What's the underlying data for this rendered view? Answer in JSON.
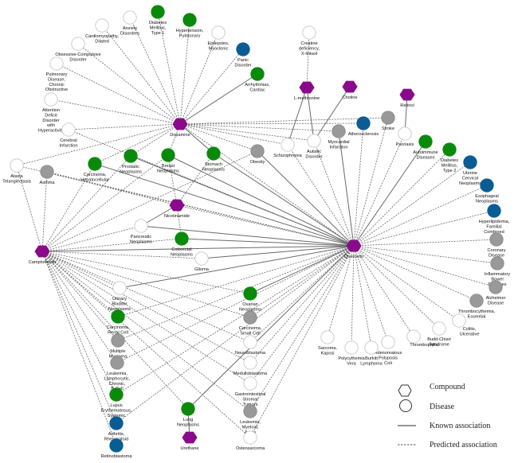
{
  "title": "Compound-disease association network",
  "colors": {
    "compound": "#8b0a8b",
    "known_disease": "#0a8a0a",
    "predicted_blue": "#0a5c94",
    "predicted_gray": "#999999",
    "unlabeled": "#ffffff",
    "edge": "#6a6a6a"
  },
  "legend": {
    "compound": "Compound",
    "disease": "Disease",
    "known": "Known association",
    "predicted": "Predicted association"
  },
  "compounds": [
    {
      "id": "dopamine",
      "label": "Dopamine"
    },
    {
      "id": "quercetin",
      "label": "Quercetin"
    },
    {
      "id": "camptothecin",
      "label": "Camptothecin"
    },
    {
      "id": "nicotinamide",
      "label": "Nicotinamide"
    },
    {
      "id": "lmethionine",
      "label": "L-methionine"
    },
    {
      "id": "choline",
      "label": "Choline"
    },
    {
      "id": "retinol",
      "label": "Retinol"
    },
    {
      "id": "urethane",
      "label": "Urethane"
    }
  ],
  "diseases": [
    {
      "id": "diabetes1",
      "label": "Diabetes Mellitus, Type 1",
      "status": "known"
    },
    {
      "id": "anxiety",
      "label": "Anxiety Disorders",
      "status": "none"
    },
    {
      "id": "cardiomyopathy",
      "label": "Cardiomyopathy, Dilated",
      "status": "none"
    },
    {
      "id": "ocd",
      "label": "Obsessive-Compulsive Disorder",
      "status": "none"
    },
    {
      "id": "copd",
      "label": "Pulmonary Disease, Chronic Obstructive",
      "status": "none"
    },
    {
      "id": "adhd",
      "label": "Attention Deficit Disorder with Hyperactivity",
      "status": "none"
    },
    {
      "id": "cerebral",
      "label": "Cerebral Infarction",
      "status": "none"
    },
    {
      "id": "hypertension",
      "label": "Hypertension, Pulmonary",
      "status": "known"
    },
    {
      "id": "epilepsy",
      "label": "Epilepsies, Myoclonic",
      "status": "none"
    },
    {
      "id": "panic",
      "label": "Panic Disorder",
      "status": "blue"
    },
    {
      "id": "arrhythmias",
      "label": "Arrhythmias, Cardiac",
      "status": "known"
    },
    {
      "id": "creatine",
      "label": "Creatine deficiency, X-linked",
      "status": "none"
    },
    {
      "id": "schizophrenia",
      "label": "Schizophrenia",
      "status": "none"
    },
    {
      "id": "autistic",
      "label": "Autistic Disorder",
      "status": "none"
    },
    {
      "id": "myocardial",
      "label": "Myocardial Infarction",
      "status": "gray"
    },
    {
      "id": "atherosclerosis",
      "label": "Atherosclerosis",
      "status": "blue"
    },
    {
      "id": "stroke",
      "label": "Stroke",
      "status": "gray"
    },
    {
      "id": "psoriasis",
      "label": "Psoriasis",
      "status": "none"
    },
    {
      "id": "autoimmune",
      "label": "Autoimmune Diseases",
      "status": "known"
    },
    {
      "id": "diabetes2",
      "label": "Diabetes Mellitus, Type 2",
      "status": "known"
    },
    {
      "id": "uterine",
      "label": "Uterine Cervical Neoplasms",
      "status": "blue"
    },
    {
      "id": "esophageal",
      "label": "Esophageal Neoplasms",
      "status": "blue"
    },
    {
      "id": "hyperlipidemia",
      "label": "Hyperlipidemia, Familial Combined",
      "status": "blue"
    },
    {
      "id": "coronary",
      "label": "Coronary Disease",
      "status": "gray"
    },
    {
      "id": "ibd",
      "label": "Inflammatory Bowel Diseases",
      "status": "gray"
    },
    {
      "id": "alzheimer",
      "label": "Alzheimer Disease",
      "status": "gray"
    },
    {
      "id": "thrombocythemia",
      "label": "Thrombocythemia, Essential",
      "status": "gray"
    },
    {
      "id": "colitis",
      "label": "Colitis, Ulcerative",
      "status": "none"
    },
    {
      "id": "buddchiari",
      "label": "Budd-Chiari Syndrome",
      "status": "none"
    },
    {
      "id": "thrombophilia",
      "label": "Thrombophilia",
      "status": "none"
    },
    {
      "id": "adenomatous",
      "label": "Adenomatous Polyposis Coli",
      "status": "none"
    },
    {
      "id": "burkitt",
      "label": "Burkitt Lymphoma",
      "status": "none"
    },
    {
      "id": "polycythemia",
      "label": "Polycythemia Vera",
      "status": "none"
    },
    {
      "id": "kaposi",
      "label": "Sarcoma, Kaposi",
      "status": "none"
    },
    {
      "id": "ataxia",
      "label": "Ataxia Telangiectasia",
      "status": "none"
    },
    {
      "id": "asthma",
      "label": "Asthma",
      "status": "gray"
    },
    {
      "id": "hepatocellular",
      "label": "Carcinoma, Hepatocellular",
      "status": "known"
    },
    {
      "id": "prostatic",
      "label": "Prostatic Neoplasms",
      "status": "known"
    },
    {
      "id": "breast",
      "label": "Breast Neoplasms",
      "status": "known"
    },
    {
      "id": "stomach",
      "label": "Stomach Neoplasms",
      "status": "known"
    },
    {
      "id": "obesity",
      "label": "Obesity",
      "status": "gray"
    },
    {
      "id": "pancreatic",
      "label": "Pancreatic Neoplasms",
      "status": "none"
    },
    {
      "id": "colorectal",
      "label": "Colorectal Neoplasms",
      "status": "known"
    },
    {
      "id": "glioma",
      "label": "Glioma",
      "status": "none"
    },
    {
      "id": "bladder",
      "label": "Urinary Bladder Neoplasms",
      "status": "none"
    },
    {
      "id": "renalcell",
      "label": "Carcinoma, Renal Cell",
      "status": "known"
    },
    {
      "id": "myeloma",
      "label": "Multiple Myeloma",
      "status": "gray"
    },
    {
      "id": "leukemiab",
      "label": "Leukemia, Lymphocytic, Chronic, B-Cell",
      "status": "gray"
    },
    {
      "id": "lupus",
      "label": "Lupus Erythematosus, Systemic",
      "status": "known"
    },
    {
      "id": "arthritis",
      "label": "Arthritis, Rheumatoid",
      "status": "blue"
    },
    {
      "id": "retinoblastoma",
      "label": "Retinoblastoma",
      "status": "blue"
    },
    {
      "id": "ovarian",
      "label": "Ovarian Neoplasms",
      "status": "known"
    },
    {
      "id": "smallcell",
      "label": "Carcinoma, Small Cell",
      "status": "gray"
    },
    {
      "id": "neuroblastoma",
      "label": "Neuroblastoma",
      "status": "none"
    },
    {
      "id": "medulloblastoma",
      "label": "Medulloblastoma",
      "status": "none"
    },
    {
      "id": "gist",
      "label": "Gastrointestinal Stromal Tumors",
      "status": "none"
    },
    {
      "id": "leukemiamyeloid",
      "label": "Leukemia, Myeloid, Acute",
      "status": "gray"
    },
    {
      "id": "osteosarcoma",
      "label": "Osteosarcoma",
      "status": "none"
    },
    {
      "id": "lung",
      "label": "Lung Neoplasms",
      "status": "known"
    }
  ],
  "edges": [
    {
      "from": "dopamine",
      "to": "diabetes1",
      "type": "predicted"
    },
    {
      "from": "dopamine",
      "to": "anxiety",
      "type": "predicted"
    },
    {
      "from": "dopamine",
      "to": "cardiomyopathy",
      "type": "predicted"
    },
    {
      "from": "dopamine",
      "to": "ocd",
      "type": "predicted"
    },
    {
      "from": "dopamine",
      "to": "copd",
      "type": "predicted"
    },
    {
      "from": "dopamine",
      "to": "adhd",
      "type": "predicted"
    },
    {
      "from": "dopamine",
      "to": "cerebral",
      "type": "predicted"
    },
    {
      "from": "dopamine",
      "to": "hypertension",
      "type": "predicted"
    },
    {
      "from": "dopamine",
      "to": "epilepsy",
      "type": "predicted"
    },
    {
      "from": "dopamine",
      "to": "panic",
      "type": "predicted"
    },
    {
      "from": "dopamine",
      "to": "arrhythmias",
      "type": "known"
    },
    {
      "from": "dopamine",
      "to": "ataxia",
      "type": "predicted"
    },
    {
      "from": "dopamine",
      "to": "hepatocellular",
      "type": "predicted"
    },
    {
      "from": "dopamine",
      "to": "prostatic",
      "type": "predicted"
    },
    {
      "from": "dopamine",
      "to": "breast",
      "type": "predicted"
    },
    {
      "from": "dopamine",
      "to": "stomach",
      "type": "known"
    },
    {
      "from": "dopamine",
      "to": "obesity",
      "type": "predicted"
    },
    {
      "from": "dopamine",
      "to": "schizophrenia",
      "type": "predicted"
    },
    {
      "from": "dopamine",
      "to": "autistic",
      "type": "predicted"
    },
    {
      "from": "dopamine",
      "to": "myocardial",
      "type": "predicted"
    },
    {
      "from": "dopamine",
      "to": "atherosclerosis",
      "type": "predicted"
    },
    {
      "from": "dopamine",
      "to": "stroke",
      "type": "predicted"
    },
    {
      "from": "lmethionine",
      "to": "creatine",
      "type": "predicted"
    },
    {
      "from": "lmethionine",
      "to": "schizophrenia",
      "type": "known"
    },
    {
      "from": "lmethionine",
      "to": "autistic",
      "type": "known"
    },
    {
      "from": "choline",
      "to": "autistic",
      "type": "known"
    },
    {
      "from": "retinol",
      "to": "psoriasis",
      "type": "known"
    },
    {
      "from": "nicotinamide",
      "to": "breast",
      "type": "predicted"
    },
    {
      "from": "nicotinamide",
      "to": "stomach",
      "type": "predicted"
    },
    {
      "from": "nicotinamide",
      "to": "pancreatic",
      "type": "known"
    },
    {
      "from": "nicotinamide",
      "to": "colorectal",
      "type": "predicted"
    },
    {
      "from": "nicotinamide",
      "to": "asthma",
      "type": "predicted"
    },
    {
      "from": "nicotinamide",
      "to": "quercetin",
      "type": "predicted"
    },
    {
      "from": "urethane",
      "to": "lung",
      "type": "known"
    },
    {
      "from": "camptothecin",
      "to": "ataxia",
      "type": "predicted"
    },
    {
      "from": "camptothecin",
      "to": "asthma",
      "type": "predicted"
    },
    {
      "from": "camptothecin",
      "to": "hepatocellular",
      "type": "predicted"
    },
    {
      "from": "camptothecin",
      "to": "prostatic",
      "type": "predicted"
    },
    {
      "from": "camptothecin",
      "to": "breast",
      "type": "predicted"
    },
    {
      "from": "camptothecin",
      "to": "obesity",
      "type": "predicted"
    },
    {
      "from": "camptothecin",
      "to": "pancreatic",
      "type": "predicted"
    },
    {
      "from": "camptothecin",
      "to": "colorectal",
      "type": "predicted"
    },
    {
      "from": "camptothecin",
      "to": "quercetin",
      "type": "known"
    },
    {
      "from": "camptothecin",
      "to": "bladder",
      "type": "predicted"
    },
    {
      "from": "camptothecin",
      "to": "renalcell",
      "type": "predicted"
    },
    {
      "from": "camptothecin",
      "to": "myeloma",
      "type": "predicted"
    },
    {
      "from": "camptothecin",
      "to": "leukemiab",
      "type": "predicted"
    },
    {
      "from": "camptothecin",
      "to": "lupus",
      "type": "predicted"
    },
    {
      "from": "camptothecin",
      "to": "arthritis",
      "type": "predicted"
    },
    {
      "from": "camptothecin",
      "to": "retinoblastoma",
      "type": "predicted"
    },
    {
      "from": "camptothecin",
      "to": "ovarian",
      "type": "predicted"
    },
    {
      "from": "camptothecin",
      "to": "smallcell",
      "type": "predicted"
    },
    {
      "from": "camptothecin",
      "to": "neuroblastoma",
      "type": "predicted"
    },
    {
      "from": "camptothecin",
      "to": "medulloblastoma",
      "type": "predicted"
    },
    {
      "from": "camptothecin",
      "to": "gist",
      "type": "predicted"
    },
    {
      "from": "camptothecin",
      "to": "leukemiamyeloid",
      "type": "predicted"
    },
    {
      "from": "camptothecin",
      "to": "osteosarcoma",
      "type": "predicted"
    },
    {
      "from": "camptothecin",
      "to": "lung",
      "type": "predicted"
    },
    {
      "from": "camptothecin",
      "to": "glioma",
      "type": "predicted"
    },
    {
      "from": "quercetin",
      "to": "prostatic",
      "type": "known"
    },
    {
      "from": "quercetin",
      "to": "breast",
      "type": "known"
    },
    {
      "from": "quercetin",
      "to": "stomach",
      "type": "known"
    },
    {
      "from": "quercetin",
      "to": "hepatocellular",
      "type": "known"
    },
    {
      "from": "quercetin",
      "to": "obesity",
      "type": "known"
    },
    {
      "from": "quercetin",
      "to": "pancreatic",
      "type": "known"
    },
    {
      "from": "quercetin",
      "to": "colorectal",
      "type": "known"
    },
    {
      "from": "quercetin",
      "to": "glioma",
      "type": "known"
    },
    {
      "from": "quercetin",
      "to": "asthma",
      "type": "predicted"
    },
    {
      "from": "quercetin",
      "to": "cerebral",
      "type": "predicted"
    },
    {
      "from": "quercetin",
      "to": "schizophrenia",
      "type": "predicted"
    },
    {
      "from": "quercetin",
      "to": "autistic",
      "type": "predicted"
    },
    {
      "from": "quercetin",
      "to": "myocardial",
      "type": "known"
    },
    {
      "from": "quercetin",
      "to": "atherosclerosis",
      "type": "predicted"
    },
    {
      "from": "quercetin",
      "to": "stroke",
      "type": "predicted"
    },
    {
      "from": "quercetin",
      "to": "psoriasis",
      "type": "predicted"
    },
    {
      "from": "quercetin",
      "to": "autoimmune",
      "type": "known"
    },
    {
      "from": "quercetin",
      "to": "diabetes2",
      "type": "predicted"
    },
    {
      "from": "quercetin",
      "to": "uterine",
      "type": "predicted"
    },
    {
      "from": "quercetin",
      "to": "esophageal",
      "type": "predicted"
    },
    {
      "from": "quercetin",
      "to": "hyperlipidemia",
      "type": "predicted"
    },
    {
      "from": "quercetin",
      "to": "coronary",
      "type": "predicted"
    },
    {
      "from": "quercetin",
      "to": "ibd",
      "type": "predicted"
    },
    {
      "from": "quercetin",
      "to": "alzheimer",
      "type": "predicted"
    },
    {
      "from": "quercetin",
      "to": "thrombocythemia",
      "type": "predicted"
    },
    {
      "from": "quercetin",
      "to": "colitis",
      "type": "predicted"
    },
    {
      "from": "quercetin",
      "to": "buddchiari",
      "type": "predicted"
    },
    {
      "from": "quercetin",
      "to": "thrombophilia",
      "type": "predicted"
    },
    {
      "from": "quercetin",
      "to": "adenomatous",
      "type": "predicted"
    },
    {
      "from": "quercetin",
      "to": "burkitt",
      "type": "predicted"
    },
    {
      "from": "quercetin",
      "to": "polycythemia",
      "type": "predicted"
    },
    {
      "from": "quercetin",
      "to": "kaposi",
      "type": "predicted"
    },
    {
      "from": "quercetin",
      "to": "bladder",
      "type": "known"
    },
    {
      "from": "quercetin",
      "to": "renalcell",
      "type": "predicted"
    },
    {
      "from": "quercetin",
      "to": "myeloma",
      "type": "predicted"
    },
    {
      "from": "quercetin",
      "to": "leukemiab",
      "type": "predicted"
    },
    {
      "from": "quercetin",
      "to": "lupus",
      "type": "predicted"
    },
    {
      "from": "quercetin",
      "to": "arthritis",
      "type": "predicted"
    },
    {
      "from": "quercetin",
      "to": "ovarian",
      "type": "known"
    },
    {
      "from": "quercetin",
      "to": "smallcell",
      "type": "predicted"
    },
    {
      "from": "quercetin",
      "to": "neuroblastoma",
      "type": "predicted"
    },
    {
      "from": "quercetin",
      "to": "medulloblastoma",
      "type": "predicted"
    },
    {
      "from": "quercetin",
      "to": "gist",
      "type": "predicted"
    },
    {
      "from": "quercetin",
      "to": "leukemiamyeloid",
      "type": "predicted"
    },
    {
      "from": "quercetin",
      "to": "osteosarcoma",
      "type": "predicted"
    },
    {
      "from": "quercetin",
      "to": "lung",
      "type": "known"
    },
    {
      "from": "quercetin",
      "to": "ataxia",
      "type": "predicted"
    },
    {
      "from": "quercetin",
      "to": "dopamine",
      "type": "predicted"
    }
  ]
}
